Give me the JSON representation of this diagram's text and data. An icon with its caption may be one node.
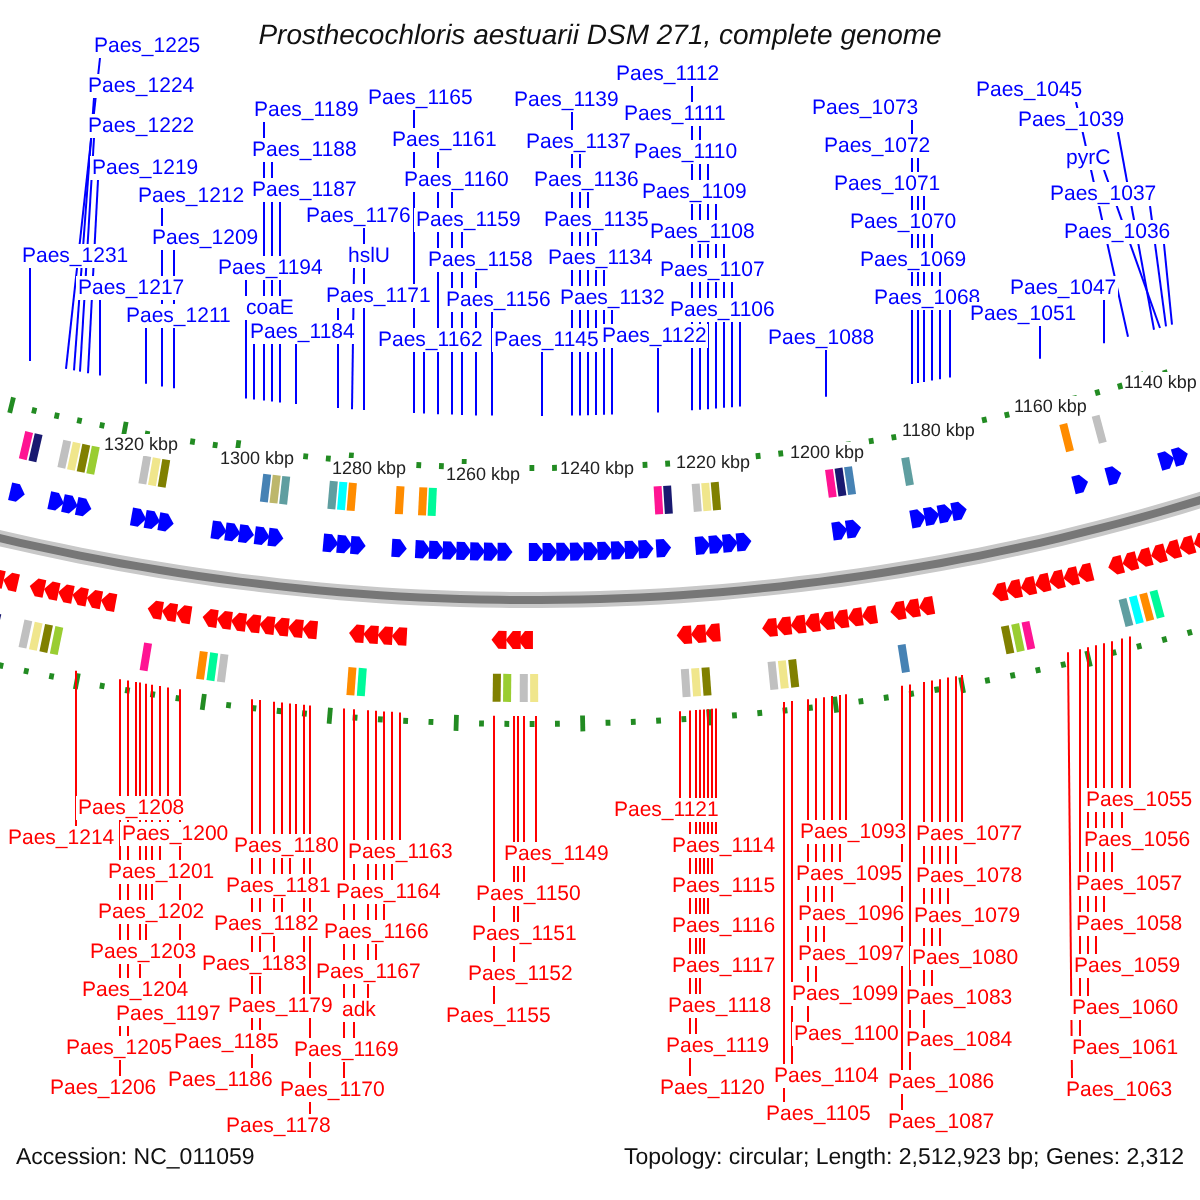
{
  "diagram": {
    "title": "Prosthecochloris aestuarii DSM 271, complete genome",
    "nodes": [
      {
        "text": [
          "Paes_1225"
        ]
      },
      {
        "text": [
          "Paes_1224"
        ]
      },
      {
        "text": [
          "Paes_1222"
        ]
      },
      {
        "text": [
          "Paes_1219"
        ]
      },
      {
        "text": [
          "Paes_1212"
        ]
      },
      {
        "text": [
          "Paes_1209"
        ]
      },
      {
        "text": [
          "Paes_1231"
        ]
      },
      {
        "text": [
          "Paes_1217"
        ]
      },
      {
        "text": [
          "Paes_1211"
        ]
      },
      {
        "text": [
          "Paes_1189"
        ]
      },
      {
        "text": [
          "Paes_1188"
        ]
      },
      {
        "text": [
          "Paes_1187"
        ]
      },
      {
        "text": [
          "Paes_1176"
        ]
      },
      {
        "text": [
          "Paes_1194"
        ]
      },
      {
        "text": [
          "hslU"
        ]
      },
      {
        "text": [
          "coaE"
        ]
      },
      {
        "text": [
          "Paes_1184"
        ]
      },
      {
        "text": [
          "Paes_1171"
        ]
      },
      {
        "text": [
          "Paes_1165"
        ]
      },
      {
        "text": [
          "Paes_1161"
        ]
      },
      {
        "text": [
          "Paes_1160"
        ]
      },
      {
        "text": [
          "Paes_1159"
        ]
      },
      {
        "text": [
          "Paes_1158"
        ]
      },
      {
        "text": [
          "Paes_1156"
        ]
      },
      {
        "text": [
          "Paes_1162"
        ]
      },
      {
        "text": [
          "Paes_1145"
        ]
      },
      {
        "text": [
          "Paes_1139"
        ]
      },
      {
        "text": [
          "Paes_1137"
        ]
      },
      {
        "text": [
          "Paes_1136"
        ]
      },
      {
        "text": [
          "Paes_1135"
        ]
      },
      {
        "text": [
          "Paes_1134"
        ]
      },
      {
        "text": [
          "Paes_1132"
        ]
      },
      {
        "text": [
          "Paes_1122"
        ]
      },
      {
        "text": [
          "Paes_1112"
        ]
      },
      {
        "text": [
          "Paes_1111"
        ]
      },
      {
        "text": [
          "Paes_1110"
        ]
      },
      {
        "text": [
          "Paes_1109"
        ]
      },
      {
        "text": [
          "Paes_1108"
        ]
      },
      {
        "text": [
          "Paes_1107"
        ]
      },
      {
        "text": [
          "Paes_1106"
        ]
      },
      {
        "text": [
          "Paes_1088"
        ]
      },
      {
        "text": [
          "Paes_1073"
        ]
      },
      {
        "text": [
          "Paes_1072"
        ]
      },
      {
        "text": [
          "Paes_1071"
        ]
      },
      {
        "text": [
          "Paes_1070"
        ]
      },
      {
        "text": [
          "Paes_1069"
        ]
      },
      {
        "text": [
          "Paes_1068"
        ]
      },
      {
        "text": [
          "Paes_1045"
        ]
      },
      {
        "text": [
          "Paes_1039"
        ]
      },
      {
        "text": [
          "pyrC"
        ]
      },
      {
        "text": [
          "Paes_1037"
        ]
      },
      {
        "text": [
          "Paes_1036"
        ]
      },
      {
        "text": [
          "Paes_1047"
        ]
      },
      {
        "text": [
          "Paes_1051"
        ]
      },
      {
        "text": [
          "Paes_1208"
        ]
      },
      {
        "text": [
          "Paes_1214"
        ]
      },
      {
        "text": [
          "Paes_1200"
        ]
      },
      {
        "text": [
          "Paes_1201"
        ]
      },
      {
        "text": [
          "Paes_1202"
        ]
      },
      {
        "text": [
          "Paes_1203"
        ]
      },
      {
        "text": [
          "Paes_1204"
        ]
      },
      {
        "text": [
          "Paes_1197"
        ]
      },
      {
        "text": [
          "Paes_1205"
        ]
      },
      {
        "text": [
          "Paes_1206"
        ]
      },
      {
        "text": [
          "Paes_1180"
        ]
      },
      {
        "text": [
          "Paes_1181"
        ]
      },
      {
        "text": [
          "Paes_1182"
        ]
      },
      {
        "text": [
          "Paes_1183"
        ]
      },
      {
        "text": [
          "Paes_1179"
        ]
      },
      {
        "text": [
          "Paes_1185"
        ]
      },
      {
        "text": [
          "Paes_1186"
        ]
      },
      {
        "text": [
          "Paes_1178"
        ]
      },
      {
        "text": [
          "Paes_1163"
        ]
      },
      {
        "text": [
          "Paes_1164"
        ]
      },
      {
        "text": [
          "Paes_1166"
        ]
      },
      {
        "text": [
          "Paes_1167"
        ]
      },
      {
        "text": [
          "adk"
        ]
      },
      {
        "text": [
          "Paes_1169"
        ]
      },
      {
        "text": [
          "Paes_1170"
        ]
      },
      {
        "text": [
          "Paes_1149"
        ]
      },
      {
        "text": [
          "Paes_1150"
        ]
      },
      {
        "text": [
          "Paes_1151"
        ]
      },
      {
        "text": [
          "Paes_1152"
        ]
      },
      {
        "text": [
          "Paes_1155"
        ]
      },
      {
        "text": [
          "Paes_1121"
        ]
      },
      {
        "text": [
          "Paes_1114"
        ]
      },
      {
        "text": [
          "Paes_1115"
        ]
      },
      {
        "text": [
          "Paes_1116"
        ]
      },
      {
        "text": [
          "Paes_1117"
        ]
      },
      {
        "text": [
          "Paes_1118"
        ]
      },
      {
        "text": [
          "Paes_1119"
        ]
      },
      {
        "text": [
          "Paes_1120"
        ]
      },
      {
        "text": [
          "Paes_1093"
        ]
      },
      {
        "text": [
          "Paes_1095"
        ]
      },
      {
        "text": [
          "Paes_1096"
        ]
      },
      {
        "text": [
          "Paes_1097"
        ]
      },
      {
        "text": [
          "Paes_1099"
        ]
      },
      {
        "text": [
          "Paes_1100"
        ]
      },
      {
        "text": [
          "Paes_1104"
        ]
      },
      {
        "text": [
          "Paes_1105"
        ]
      },
      {
        "text": [
          "Paes_1077"
        ]
      },
      {
        "text": [
          "Paes_1078"
        ]
      },
      {
        "text": [
          "Paes_1079"
        ]
      },
      {
        "text": [
          "Paes_1080"
        ]
      },
      {
        "text": [
          "Paes_1083"
        ]
      },
      {
        "text": [
          "Paes_1084"
        ]
      },
      {
        "text": [
          "Paes_1086"
        ]
      },
      {
        "text": [
          "Paes_1087"
        ]
      },
      {
        "text": [
          "Paes_1055"
        ]
      },
      {
        "text": [
          "Paes_1056"
        ]
      },
      {
        "text": [
          "Paes_1057"
        ]
      },
      {
        "text": [
          "Paes_1058"
        ]
      },
      {
        "text": [
          "Paes_1059"
        ]
      },
      {
        "text": [
          "Paes_1060"
        ]
      },
      {
        "text": [
          "Paes_1061"
        ]
      },
      {
        "text": [
          "Paes_1063"
        ]
      }
    ],
    "edges": [
      {
        "from": 0,
        "to": null,
        "arrow": "none",
        "color": "#0000ff"
      },
      {
        "from": 1,
        "to": null,
        "arrow": "none",
        "color": "#0000ff"
      },
      {
        "from": 2,
        "to": null,
        "arrow": "none",
        "color": "#0000ff"
      },
      {
        "from": 3,
        "to": null,
        "arrow": "none",
        "color": "#0000ff"
      },
      {
        "from": 4,
        "to": null,
        "arrow": "none",
        "color": "#0000ff"
      },
      {
        "from": 5,
        "to": null,
        "arrow": "none",
        "color": "#0000ff"
      },
      {
        "from": 6,
        "to": null,
        "arrow": "none",
        "color": "#0000ff"
      },
      {
        "from": 7,
        "to": null,
        "arrow": "none",
        "color": "#0000ff"
      },
      {
        "from": 8,
        "to": null,
        "arrow": "none",
        "color": "#0000ff"
      },
      {
        "from": 9,
        "to": null,
        "arrow": "none",
        "color": "#0000ff"
      },
      {
        "from": 10,
        "to": null,
        "arrow": "none",
        "color": "#0000ff"
      },
      {
        "from": 11,
        "to": null,
        "arrow": "none",
        "color": "#0000ff"
      },
      {
        "from": 12,
        "to": null,
        "arrow": "none",
        "color": "#0000ff"
      },
      {
        "from": 13,
        "to": null,
        "arrow": "none",
        "color": "#0000ff"
      },
      {
        "from": 14,
        "to": null,
        "arrow": "none",
        "color": "#0000ff"
      },
      {
        "from": 15,
        "to": null,
        "arrow": "none",
        "color": "#0000ff"
      },
      {
        "from": 16,
        "to": null,
        "arrow": "none",
        "color": "#0000ff"
      },
      {
        "from": 17,
        "to": null,
        "arrow": "none",
        "color": "#0000ff"
      },
      {
        "from": 18,
        "to": null,
        "arrow": "none",
        "color": "#0000ff"
      },
      {
        "from": 19,
        "to": null,
        "arrow": "none",
        "color": "#0000ff"
      },
      {
        "from": 20,
        "to": null,
        "arrow": "none",
        "color": "#0000ff"
      },
      {
        "from": 21,
        "to": null,
        "arrow": "none",
        "color": "#0000ff"
      },
      {
        "from": 22,
        "to": null,
        "arrow": "none",
        "color": "#0000ff"
      },
      {
        "from": 23,
        "to": null,
        "arrow": "none",
        "color": "#0000ff"
      },
      {
        "from": 24,
        "to": null,
        "arrow": "none",
        "color": "#0000ff"
      },
      {
        "from": 25,
        "to": null,
        "arrow": "none",
        "color": "#0000ff"
      },
      {
        "from": 26,
        "to": null,
        "arrow": "none",
        "color": "#0000ff"
      },
      {
        "from": 27,
        "to": null,
        "arrow": "none",
        "color": "#0000ff"
      },
      {
        "from": 28,
        "to": null,
        "arrow": "none",
        "color": "#0000ff"
      },
      {
        "from": 29,
        "to": null,
        "arrow": "none",
        "color": "#0000ff"
      },
      {
        "from": 30,
        "to": null,
        "arrow": "none",
        "color": "#0000ff"
      },
      {
        "from": 31,
        "to": null,
        "arrow": "none",
        "color": "#0000ff"
      },
      {
        "from": 32,
        "to": null,
        "arrow": "none",
        "color": "#0000ff"
      },
      {
        "from": 33,
        "to": null,
        "arrow": "none",
        "color": "#0000ff"
      },
      {
        "from": 34,
        "to": null,
        "arrow": "none",
        "color": "#0000ff"
      },
      {
        "from": 35,
        "to": null,
        "arrow": "none",
        "color": "#0000ff"
      },
      {
        "from": 36,
        "to": null,
        "arrow": "none",
        "color": "#0000ff"
      },
      {
        "from": 37,
        "to": null,
        "arrow": "none",
        "color": "#0000ff"
      },
      {
        "from": 38,
        "to": null,
        "arrow": "none",
        "color": "#0000ff"
      },
      {
        "from": 39,
        "to": null,
        "arrow": "none",
        "color": "#0000ff"
      },
      {
        "from": 40,
        "to": null,
        "arrow": "none",
        "color": "#0000ff"
      },
      {
        "from": 41,
        "to": null,
        "arrow": "none",
        "color": "#0000ff"
      },
      {
        "from": 42,
        "to": null,
        "arrow": "none",
        "color": "#0000ff"
      },
      {
        "from": 43,
        "to": null,
        "arrow": "none",
        "color": "#0000ff"
      },
      {
        "from": 44,
        "to": null,
        "arrow": "none",
        "color": "#0000ff"
      },
      {
        "from": 45,
        "to": null,
        "arrow": "none",
        "color": "#0000ff"
      },
      {
        "from": 46,
        "to": null,
        "arrow": "none",
        "color": "#0000ff"
      },
      {
        "from": 47,
        "to": null,
        "arrow": "none",
        "color": "#0000ff"
      },
      {
        "from": 48,
        "to": null,
        "arrow": "none",
        "color": "#0000ff"
      },
      {
        "from": 49,
        "to": null,
        "arrow": "none",
        "color": "#0000ff"
      },
      {
        "from": 50,
        "to": null,
        "arrow": "none",
        "color": "#0000ff"
      },
      {
        "from": 51,
        "to": null,
        "arrow": "none",
        "color": "#0000ff"
      },
      {
        "from": 52,
        "to": null,
        "arrow": "none",
        "color": "#0000ff"
      },
      {
        "from": 53,
        "to": null,
        "arrow": "none",
        "color": "#0000ff"
      },
      {
        "from": 54,
        "to": null,
        "arrow": "none"
      },
      {
        "from": 55,
        "to": null,
        "arrow": "none"
      },
      {
        "from": 56,
        "to": null,
        "arrow": "none"
      },
      {
        "from": 57,
        "to": null,
        "arrow": "none"
      },
      {
        "from": 58,
        "to": null,
        "arrow": "none"
      },
      {
        "from": 59,
        "to": null,
        "arrow": "none"
      },
      {
        "from": 60,
        "to": null,
        "arrow": "none"
      },
      {
        "from": 61,
        "to": null,
        "arrow": "none"
      },
      {
        "from": 62,
        "to": null,
        "arrow": "none"
      },
      {
        "from": 63,
        "to": null,
        "arrow": "none"
      },
      {
        "from": 64,
        "to": null,
        "arrow": "none"
      },
      {
        "from": 65,
        "to": null,
        "arrow": "none"
      },
      {
        "from": 66,
        "to": null,
        "arrow": "none"
      },
      {
        "from": 67,
        "to": null,
        "arrow": "none"
      },
      {
        "from": 68,
        "to": null,
        "arrow": "none"
      },
      {
        "from": 69,
        "to": null,
        "arrow": "none"
      },
      {
        "from": 70,
        "to": null,
        "arrow": "none"
      },
      {
        "from": 71,
        "to": null,
        "arrow": "none"
      },
      {
        "from": 72,
        "to": null,
        "arrow": "none"
      },
      {
        "from": 73,
        "to": null,
        "arrow": "none"
      },
      {
        "from": 74,
        "to": null,
        "arrow": "none"
      },
      {
        "from": 75,
        "to": null,
        "arrow": "none"
      },
      {
        "from": 76,
        "to": null,
        "arrow": "none"
      },
      {
        "from": 77,
        "to": null,
        "arrow": "none"
      },
      {
        "from": 78,
        "to": null,
        "arrow": "none"
      },
      {
        "from": 79,
        "to": null,
        "arrow": "none"
      },
      {
        "from": 80,
        "to": null,
        "arrow": "none"
      },
      {
        "from": 81,
        "to": null,
        "arrow": "none"
      },
      {
        "from": 82,
        "to": null,
        "arrow": "none"
      },
      {
        "from": 83,
        "to": null,
        "arrow": "none"
      },
      {
        "from": 84,
        "to": null,
        "arrow": "none"
      },
      {
        "from": 85,
        "to": null,
        "arrow": "none"
      },
      {
        "from": 86,
        "to": null,
        "arrow": "none"
      },
      {
        "from": 87,
        "to": null,
        "arrow": "none"
      },
      {
        "from": 88,
        "to": null,
        "arrow": "none"
      },
      {
        "from": 89,
        "to": null,
        "arrow": "none"
      },
      {
        "from": 90,
        "to": null,
        "arrow": "none"
      },
      {
        "from": 91,
        "to": null,
        "arrow": "none"
      },
      {
        "from": 92,
        "to": null,
        "arrow": "none"
      },
      {
        "from": 93,
        "to": null,
        "arrow": "none"
      },
      {
        "from": 94,
        "to": null,
        "arrow": "none"
      },
      {
        "from": 95,
        "to": null,
        "arrow": "none"
      },
      {
        "from": 96,
        "to": null,
        "arrow": "none"
      },
      {
        "from": 97,
        "to": null,
        "arrow": "none"
      },
      {
        "from": 98,
        "to": null,
        "arrow": "none"
      },
      {
        "from": 99,
        "to": null,
        "arrow": "none"
      },
      {
        "from": 100,
        "to": null,
        "arrow": "none"
      },
      {
        "from": 101,
        "to": null,
        "arrow": "none"
      },
      {
        "from": 102,
        "to": null,
        "arrow": "none"
      },
      {
        "from": 103,
        "to": null,
        "arrow": "none"
      },
      {
        "from": 104,
        "to": null,
        "arrow": "none"
      },
      {
        "from": 105,
        "to": null,
        "arrow": "none"
      },
      {
        "from": 106,
        "to": null,
        "arrow": "none"
      },
      {
        "from": 107,
        "to": null,
        "arrow": "none"
      },
      {
        "from": 108,
        "to": null,
        "arrow": "none"
      },
      {
        "from": 109,
        "to": null,
        "arrow": "none"
      },
      {
        "from": 110,
        "to": null,
        "arrow": "none"
      },
      {
        "from": 111,
        "to": null,
        "arrow": "none"
      },
      {
        "from": 112,
        "to": null,
        "arrow": "none"
      },
      {
        "from": 113,
        "to": null,
        "arrow": "none"
      },
      {
        "from": 114,
        "to": null,
        "arrow": "none"
      },
      {
        "from": 115,
        "to": null,
        "arrow": "none"
      }
    ],
    "labels": [
      "1320 kbp",
      "1300 kbp",
      "1280 kbp",
      "1260 kbp",
      "1240 kbp",
      "1220 kbp",
      "1200 kbp",
      "1180 kbp",
      "1160 kbp",
      "1140 kbp",
      "Accession: NC_011059",
      "Topology: circular; Length: 2,512,923 bp; Genes: 2,312"
    ]
  }
}
